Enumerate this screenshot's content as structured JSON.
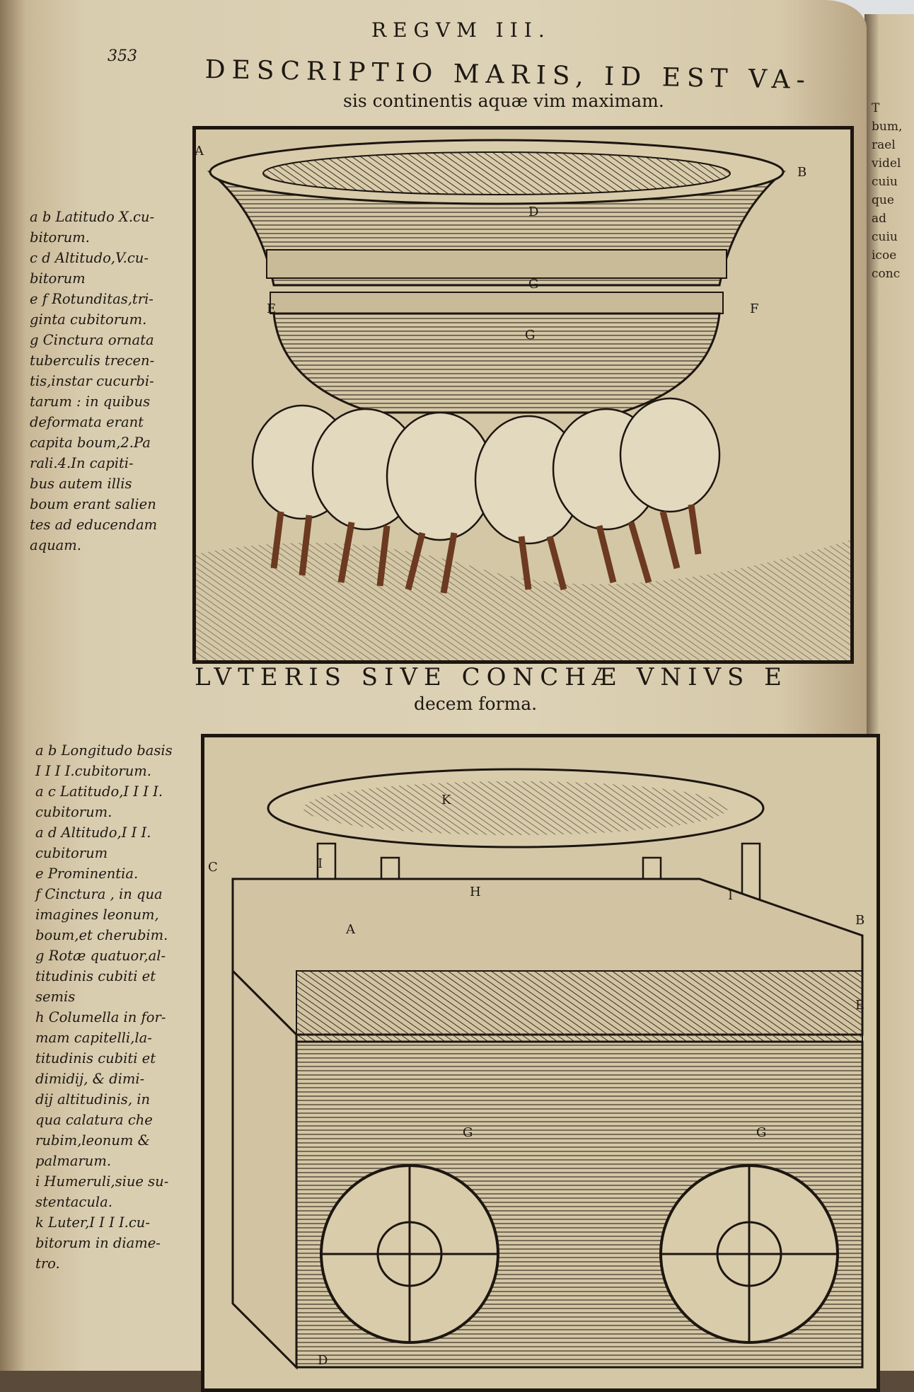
{
  "header": {
    "running_head": "REGVM III.",
    "folio": "353",
    "title": "DESCRIPTIO MARIS, ID EST VA-",
    "subtitle": "sis continentis aquæ vim maximam."
  },
  "figure1": {
    "labels": [
      "A",
      "B",
      "D",
      "G",
      "E",
      "F",
      "G"
    ],
    "notes": [
      "a b Latitudo X.cu-",
      "bitorum.",
      "c d Altitudo,V.cu-",
      "bitorum",
      "e f Rotunditas,tri-",
      "ginta cubitorum.",
      "g  Cinctura ornata",
      "tuberculis trecen-",
      "tis,instar cucurbi-",
      "tarum : in quibus",
      "deformata erant",
      "capita boum,2.Pa",
      "rali.4.In capiti-",
      "bus autem illis",
      "boum erant salien",
      "tes ad educendam",
      "aquam."
    ]
  },
  "caption": {
    "line1": "LVTERIS SIVE CONCHÆ VNIVS E",
    "line2": "decem forma."
  },
  "figure2": {
    "labels": [
      "K",
      "C",
      "I",
      "H",
      "I",
      "A",
      "B",
      "E",
      "G",
      "G",
      "D"
    ],
    "notes": [
      "a  b Longitudo basis",
      "I I I I.cubitorum.",
      "a c Latitudo,I I I I.",
      "cubitorum.",
      "a  d Altitudo,I I I.",
      "cubitorum",
      "e  Prominentia.",
      "f  Cinctura , in qua",
      "imagines leonum,",
      "boum,et cherubim.",
      "g  Rotæ quatuor,al-",
      "titudinis cubiti et",
      "semis",
      "h  Columella in for-",
      "mam capitelli,la-",
      "titudinis cubiti et",
      "dimidij, & dimi-",
      "dij altitudinis, in",
      "qua calatura che",
      "rubim,leonum &",
      "palmarum.",
      "i  Humeruli,siue su-",
      "stentacula.",
      "k  Luter,I I I I.cu-",
      "bitorum in diame-",
      "tro."
    ]
  },
  "right_page": {
    "fragments": [
      "T",
      "bum,",
      "rael",
      "videl",
      "cuiu",
      "que",
      "ad",
      "cuiu",
      "icoe",
      "conc"
    ]
  }
}
